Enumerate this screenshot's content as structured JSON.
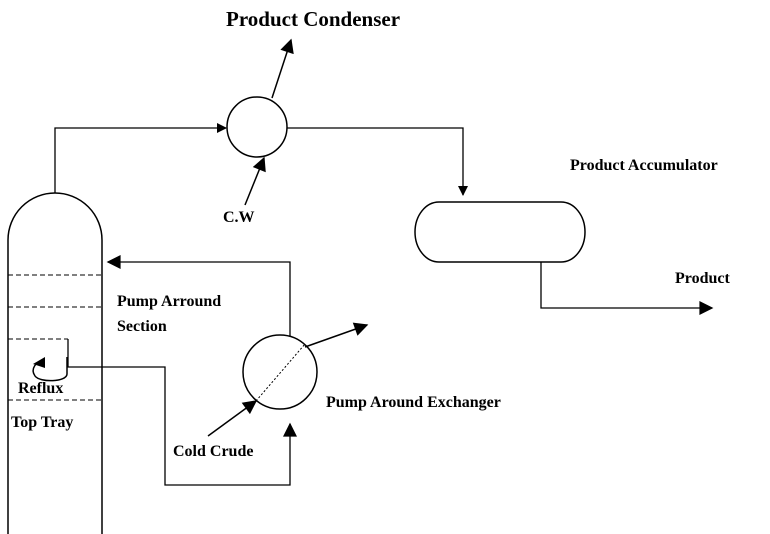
{
  "labels": {
    "product_condenser": "Product Condenser",
    "product_accumulator": "Product Accumulator",
    "cooling_water": "C.W",
    "product": "Product",
    "pump_around_section_line1": "Pump Arround",
    "pump_around_section_line2": "Section",
    "reflux": "Reflux",
    "top_tray": "Top Tray",
    "cold_crude": "Cold Crude",
    "pump_around_exchanger": "Pump Around Exchanger"
  },
  "colors": {
    "stroke": "#000000",
    "background": "#ffffff"
  }
}
